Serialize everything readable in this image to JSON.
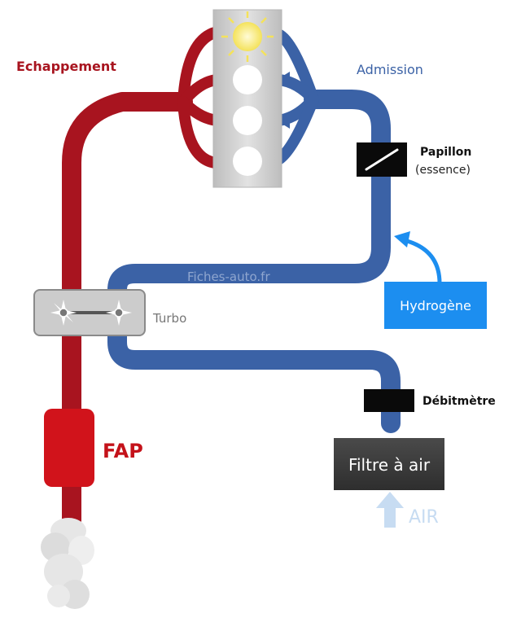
{
  "labels": {
    "exhaust": "Echappement",
    "intake": "Admission",
    "throttle_title": "Papillon",
    "throttle_sub": "(essence)",
    "watermark": "Fiches-auto.fr",
    "turbo": "Turbo",
    "hydrogen": "Hydrogène",
    "flowmeter": "Débitmètre",
    "dpf": "FAP",
    "air_filter": "Filtre à air",
    "air": "AIR"
  },
  "colors": {
    "exhaust": "#a8141f",
    "intake": "#3b62a6",
    "hydrogen": "#1c8ef0",
    "dpf": "#d1131b",
    "engine_block": "#d4d4d4",
    "black_component": "#0a0a0a",
    "air_arrow": "#c7dcf2",
    "smoke": "#e6e6e6"
  },
  "icons": {
    "cylinder_active": "spark-icon",
    "turbo": "turbine-icon",
    "throttle": "butterfly-valve-icon"
  }
}
